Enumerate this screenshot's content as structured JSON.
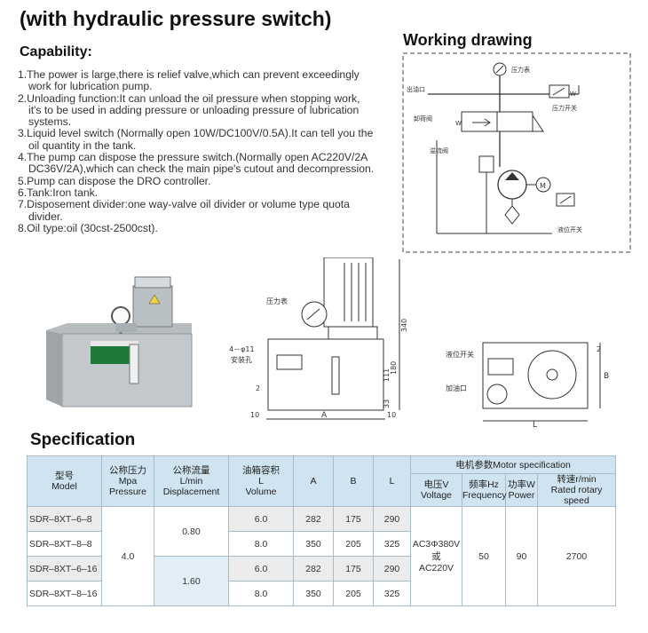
{
  "title": "(with hydraulic pressure switch)",
  "capability": {
    "heading": "Capability:",
    "items": [
      [
        "1.The power is large,there is relief valve,which can prevent     exceedingly",
        "work for lubrication pump."
      ],
      [
        "2.Unloading function:It can unload the oil pressure when stopping work,",
        "it's to be used in adding pressure or unloading pressure of lubrication",
        "systems."
      ],
      [
        "3.Liquid level switch (Normally open 10W/DC100V/0.5A).It can tell you the",
        "oil quantity in the tank."
      ],
      [
        "4.The pump can dispose the pressure switch.(Normally open AC220V/2A",
        "DC36V/2A),which can check the main pipe's cutout and decompression."
      ],
      [
        "5.Pump can dispose the DRO controller."
      ],
      [
        "6.Tank:Iron tank."
      ],
      [
        "7.Disposement divider:one way-valve oil divider or volume type quota",
        "divider."
      ],
      [
        "8.Oil type:oil (30cst-2500cst)."
      ]
    ]
  },
  "working_drawing": {
    "heading": "Working drawing",
    "labels": {
      "pressure_gauge": "压力表",
      "oil_outlet": "出油口",
      "unload_valve": "卸荷阀",
      "relief_valve": "溢流阀",
      "pressure_switch": "压力开关",
      "level_switch": "液位开关",
      "motor": "M",
      "w_left": "W",
      "w_right": "W"
    }
  },
  "dimensions": {
    "pressure_gauge": "压力表",
    "mount_holes": "4－φ11",
    "mount_holes_sub": "安装孔",
    "d340": "340",
    "d180": "180",
    "d111": "111",
    "d33": "33",
    "d2": "2",
    "d10_left": "10",
    "d10_right": "10",
    "a": "A",
    "level_switch": "液位开关",
    "fill_port": "加油口",
    "b": "B",
    "d2_right": "2",
    "l": "L"
  },
  "specification": {
    "heading": "Specification",
    "headers": {
      "model": [
        "型号",
        "Model"
      ],
      "pressure": [
        "公称压力",
        "Mpa",
        "Pressure"
      ],
      "displacement": [
        "公称流量",
        "L/min",
        "Displacement"
      ],
      "volume": [
        "油箱容积",
        "L",
        "Volume"
      ],
      "a": "A",
      "b": "B",
      "l": "L",
      "motor": "电机参数Motor specification",
      "voltage": [
        "电压V",
        "Voltage"
      ],
      "frequency": [
        "频率Hz",
        "Frequency"
      ],
      "power": [
        "功率W",
        "Power"
      ],
      "speed": [
        "转速r/min",
        "Rated rotary speed"
      ]
    },
    "rows": [
      {
        "model": "SDR–8XT–6–8",
        "volume": "6.0",
        "a": "282",
        "b": "175",
        "l": "290"
      },
      {
        "model": "SDR–8XT–8–8",
        "volume": "8.0",
        "a": "350",
        "b": "205",
        "l": "325"
      },
      {
        "model": "SDR–8XT–6–16",
        "volume": "6.0",
        "a": "282",
        "b": "175",
        "l": "290"
      },
      {
        "model": "SDR–8XT–8–16",
        "volume": "8.0",
        "a": "350",
        "b": "205",
        "l": "325"
      }
    ],
    "pressure": "4.0",
    "displacement_1": "0.80",
    "displacement_2": "1.60",
    "voltage": [
      "AC3Φ380V",
      "或",
      "AC220V"
    ],
    "frequency": "50",
    "power": "90",
    "speed": "2700"
  }
}
